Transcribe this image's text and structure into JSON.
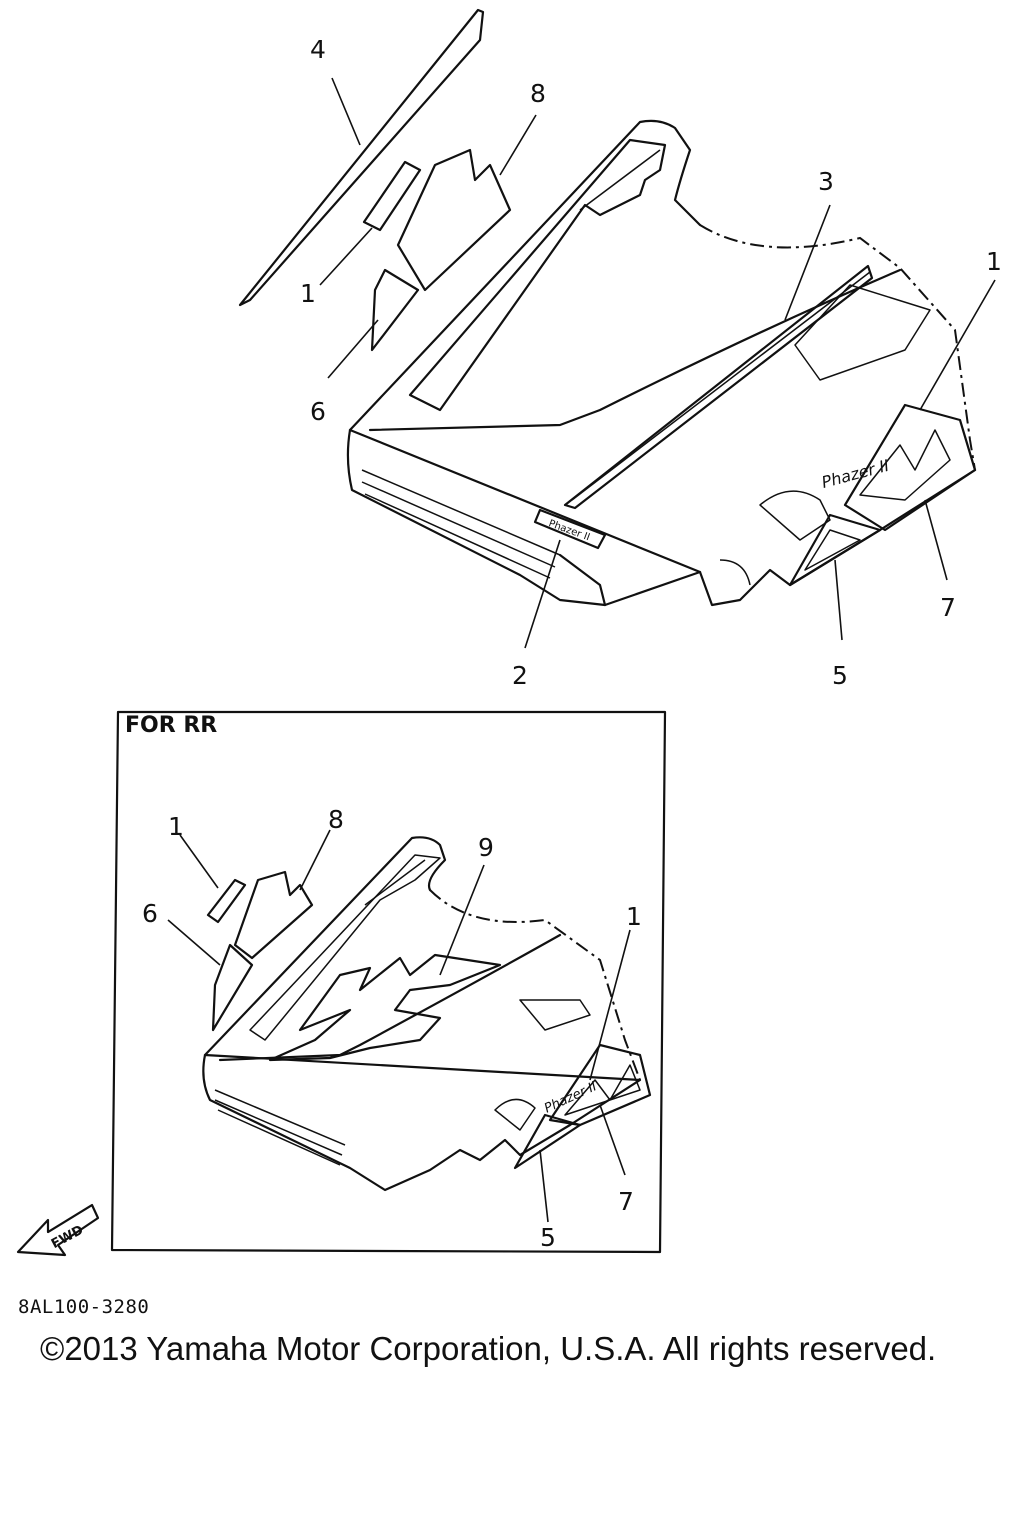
{
  "diagram": {
    "main_callouts": [
      "4",
      "8",
      "3",
      "1",
      "1",
      "6",
      "2",
      "5",
      "7"
    ],
    "inset_title": "FOR RR",
    "inset_callouts": [
      "1",
      "8",
      "9",
      "6",
      "1",
      "7",
      "5"
    ],
    "fwd_label": "FWD"
  },
  "footer": {
    "part_code": "8AL100-3280",
    "copyright": "©2013 Yamaha Motor Corporation, U.S.A. All rights reserved."
  }
}
